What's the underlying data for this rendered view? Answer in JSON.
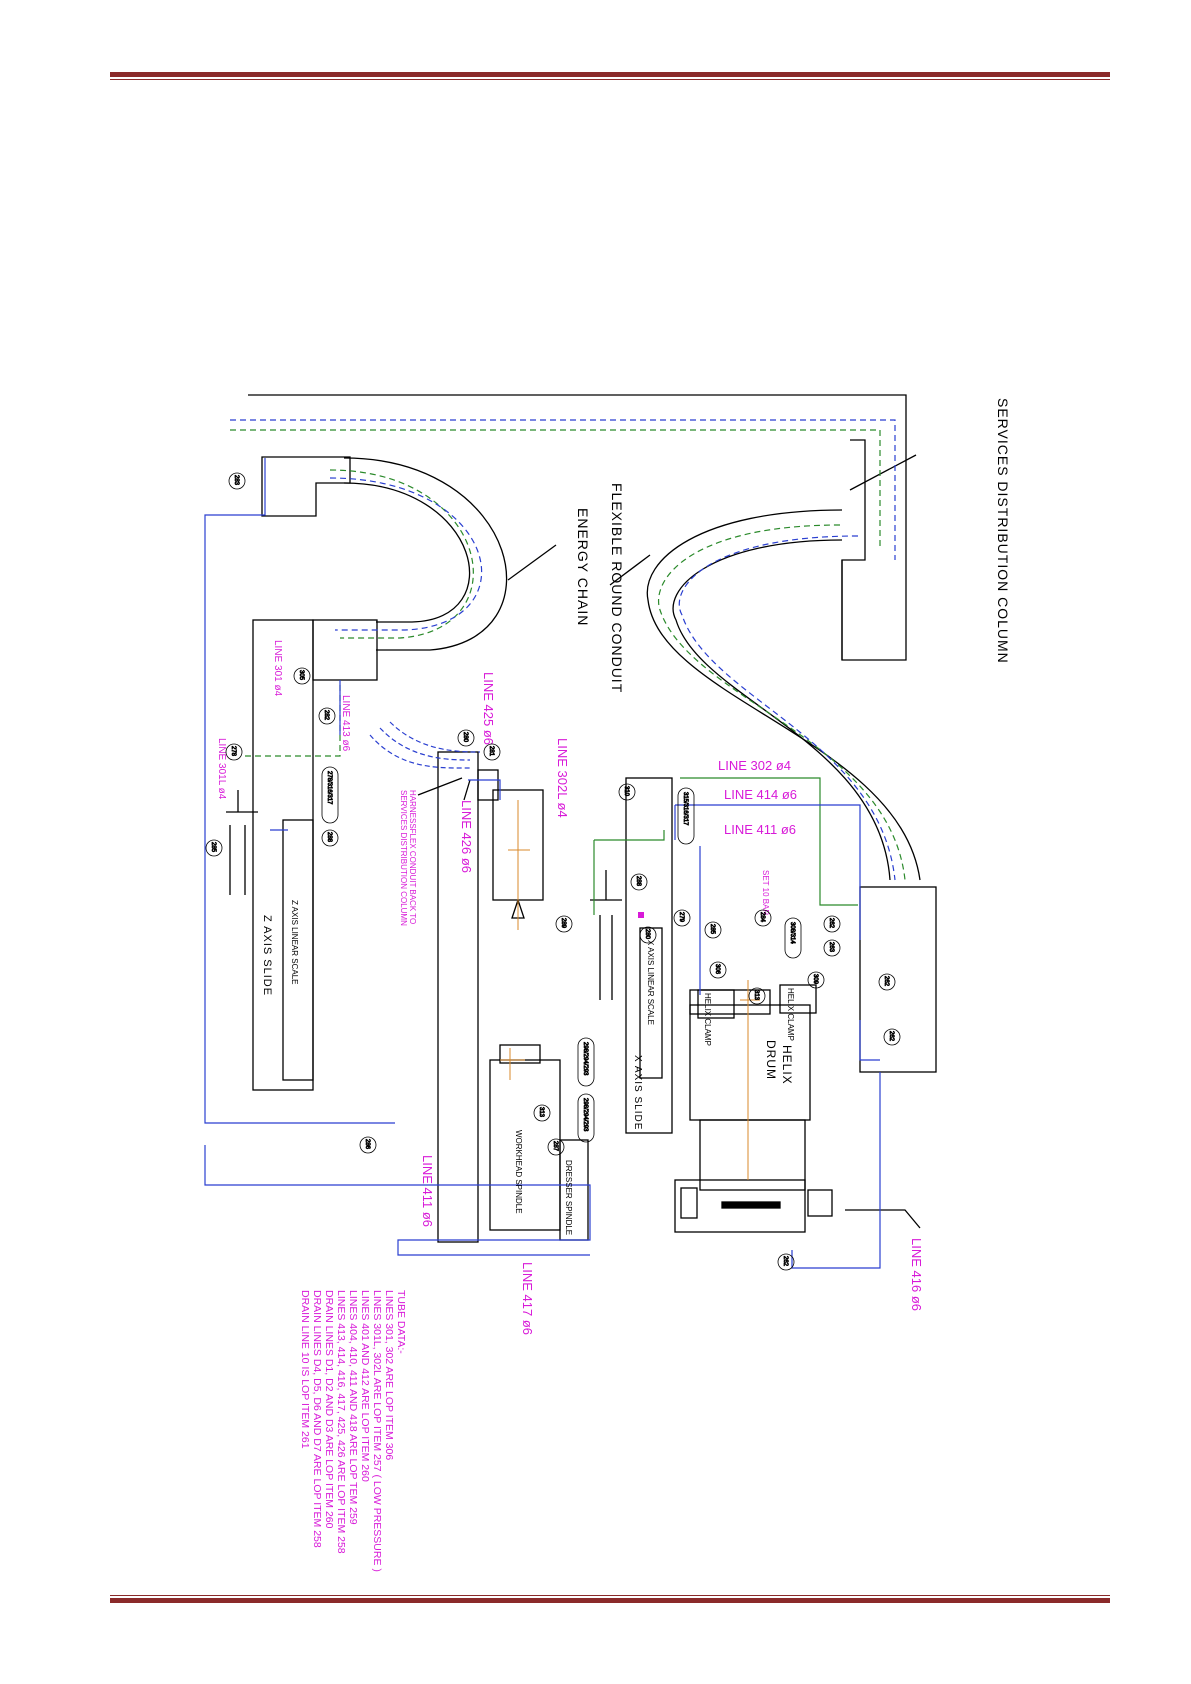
{
  "colors": {
    "rule": "#8b2a2a",
    "outline": "#000000",
    "magenta": "#d81ad8",
    "blue": "#2a3fd0",
    "green": "#2b8a2b",
    "orange": "#d98a2b"
  },
  "labels": {
    "services_column": "SERVICES DISTRIBUTION COLUMN",
    "flexible_conduit": "FLEXIBLE ROUND CONDUIT",
    "energy_chain": "ENERGY CHAIN",
    "z_axis_slide": "Z AXIS SLIDE",
    "z_axis_scale": "Z AXIS LINEAR SCALE",
    "x_axis_slide": "X AXIS SLIDE",
    "x_axis_scale": "X AXIS LINEAR SCALE",
    "helix_drum_1": "HELIX",
    "helix_drum_2": "DRUM",
    "helix_clamp": "HELIX CLAMP",
    "workhead_spindle": "WORKHEAD SPINDLE",
    "dresser_spindle": "DRESSER SPINDLE",
    "harnessflex_1": "HARNESSFLEX CONDUIT BACK TO",
    "harnessflex_2": "SERVICES DISTRIBUTION COLUMN",
    "set_bar": "SET 10 BAR"
  },
  "lines": {
    "l302": "LINE 302 ø4",
    "l414": "LINE 414 ø6",
    "l411_top": "LINE 411 ø6",
    "l302l": "LINE 302L ø4",
    "l425": "LINE 425 ø6",
    "l426": "LINE 426 ø6",
    "l413": "LINE 413 ø6",
    "l301": "LINE 301 ø4",
    "l301l": "LINE 301L ø4",
    "l411_bottom": "LINE 411 ø6",
    "l417": "LINE 417 ø6",
    "l416": "LINE 416 ø6"
  },
  "items": {
    "i1": "283",
    "i2": "305",
    "i3": "282",
    "i4": "278",
    "i5": "280",
    "i6": "281",
    "i7": "278/316/317",
    "i8": "288",
    "i9": "285",
    "i10": "286",
    "i11": "310",
    "i12": "315/316/317",
    "i13": "289",
    "i14": "288",
    "i15": "279",
    "i16": "284",
    "i17": "308/314",
    "i18": "309",
    "i19": "306",
    "i20": "313",
    "i21": "262",
    "i22": "263",
    "i23": "262",
    "i24": "285",
    "i25": "262",
    "i26": "298/294/293",
    "i27": "298/294/293",
    "i28": "313",
    "i29": "287",
    "i30": "262",
    "i31": "280"
  },
  "tube_notes": [
    "TUBE DATA:-",
    "LINES 301, 302 ARE LOP ITEM 306",
    "LINES 301L, 302L ARE LOP ITEM 257 ( LOW PRESSURE )",
    "LINES 401 AND 412  ARE LOP ITEM 260",
    "LINES 404, 410, 411 AND 418  ARE LOP TEM 259",
    "LINES 413, 414, 416, 417, 425, 426 ARE LOP ITEM 258",
    "DRAIN LINES D1, D2 AND D3  ARE LOP ITEM 260",
    "DRAIN LINES D4, D5, D6 AND D7  ARE LOP ITEM 258",
    "DRAIN LINE 10 IS LOP ITEM 261"
  ]
}
